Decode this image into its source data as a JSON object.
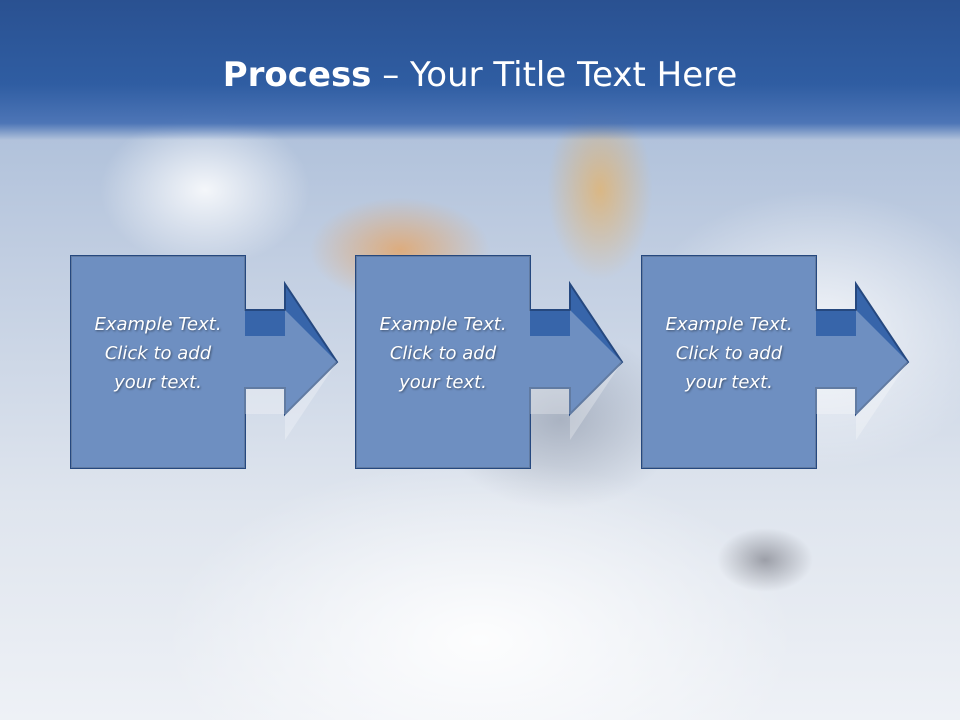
{
  "slide": {
    "title_bold": "Process",
    "title_rest": " – Your Title Text Here"
  },
  "steps": [
    {
      "line1": "Example Text.",
      "line2": "Click  to add",
      "line3": "your text."
    },
    {
      "line1": "Example Text.",
      "line2": "Click  to add",
      "line3": "your text."
    },
    {
      "line1": "Example Text.",
      "line2": "Click  to add",
      "line3": "your text."
    }
  ],
  "colors": {
    "header": "#2f5da2",
    "box_fill": "#3765aa",
    "box_border": "#25487f",
    "text": "#ffffff"
  }
}
